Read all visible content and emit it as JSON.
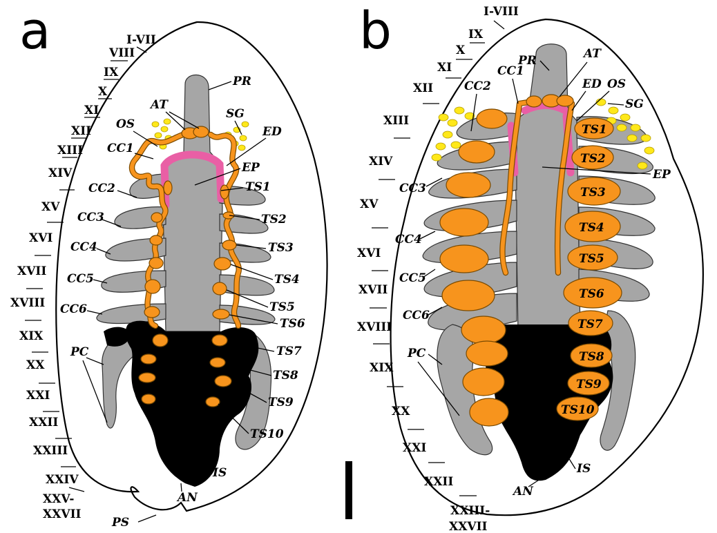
{
  "panels": [
    {
      "letter": "a",
      "segments": [
        "I-VII",
        "VIII",
        "IX",
        "X",
        "XI",
        "XII",
        "XIII",
        "XIV",
        "XV",
        "XVI",
        "XVII",
        "XVIII",
        "XIX",
        "XX",
        "XXI",
        "XXII",
        "XXIII",
        "XXIV",
        "XXV-",
        "XXVII"
      ],
      "labels": {
        "PR": "PR",
        "AT": "AT",
        "SG": "SG",
        "OS": "OS",
        "ED": "ED",
        "CC1": "CC1",
        "EP": "EP",
        "CC2": "CC2",
        "TS1": "TS1",
        "CC3": "CC3",
        "TS2": "TS2",
        "CC4": "CC4",
        "TS3": "TS3",
        "CC5": "CC5",
        "TS4": "TS4",
        "CC6": "CC6",
        "TS5": "TS5",
        "TS6": "TS6",
        "PC": "PC",
        "TS7": "TS7",
        "TS8": "TS8",
        "TS9": "TS9",
        "TS10": "TS10",
        "IS": "IS",
        "AN": "AN",
        "PS": "PS"
      }
    },
    {
      "letter": "b",
      "segments": [
        "I-VIII",
        "IX",
        "X",
        "XI",
        "XII",
        "XIII",
        "XIV",
        "XV",
        "XVI",
        "XVII",
        "XVIII",
        "XIX",
        "XX",
        "XXI",
        "XXII",
        "XXIII-",
        "XXVII"
      ],
      "labels": {
        "PR": "PR",
        "AT": "AT",
        "CC1": "CC1",
        "ED": "ED",
        "OS": "OS",
        "CC2": "CC2",
        "SG": "SG",
        "EP": "EP",
        "CC3": "CC3",
        "CC4": "CC4",
        "CC5": "CC5",
        "CC6": "CC6",
        "PC": "PC",
        "IS": "IS",
        "AN": "AN"
      },
      "testis_labels": [
        "TS1",
        "TS2",
        "TS3",
        "TS4",
        "TS5",
        "TS6",
        "TS7",
        "TS8",
        "TS9",
        "TS10"
      ]
    }
  ],
  "colors": {
    "gray": "#a6a6a6",
    "orange": "#f7941d",
    "pink": "#e95fa5",
    "yellow": "#ffe81a",
    "black": "#000000"
  }
}
